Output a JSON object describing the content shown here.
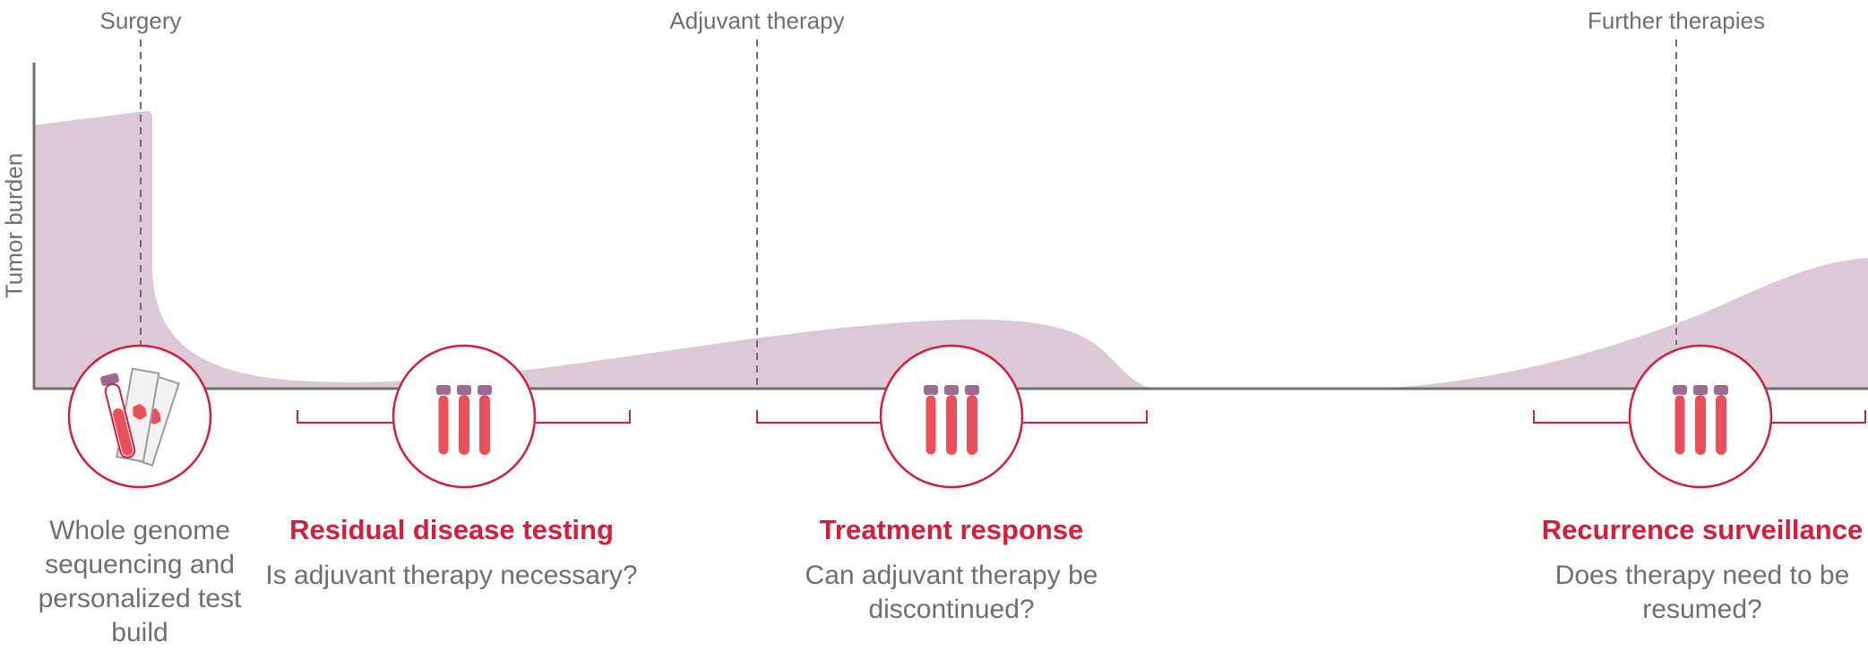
{
  "diagram": {
    "y_axis_label": "Tumor burden",
    "phases": [
      {
        "label": "Surgery"
      },
      {
        "label": "Adjuvant therapy"
      },
      {
        "label": "Further therapies"
      }
    ],
    "stages": [
      {
        "title": "",
        "text": "Whole genome sequencing and personalized test build",
        "icon": "sample-tubes-and-slides-icon"
      },
      {
        "title": "Residual disease testing",
        "text": "Is adjuvant therapy necessary?",
        "icon": "blood-tubes-icon"
      },
      {
        "title": "Treatment response",
        "text": "Can adjuvant therapy be discontinued?",
        "icon": "blood-tubes-icon"
      },
      {
        "title": "Recurrence surveillance",
        "text": "Does therapy need to be resumed?",
        "icon": "blood-tubes-icon"
      }
    ],
    "colors": {
      "area_fill": "#dcc8d6",
      "accent_red": "#d11f3c",
      "tube_red": "#e8505b",
      "tube_cap": "#9c6a93",
      "text_gray": "#6f6f6f",
      "axis_gray": "#6f6f6f"
    }
  }
}
